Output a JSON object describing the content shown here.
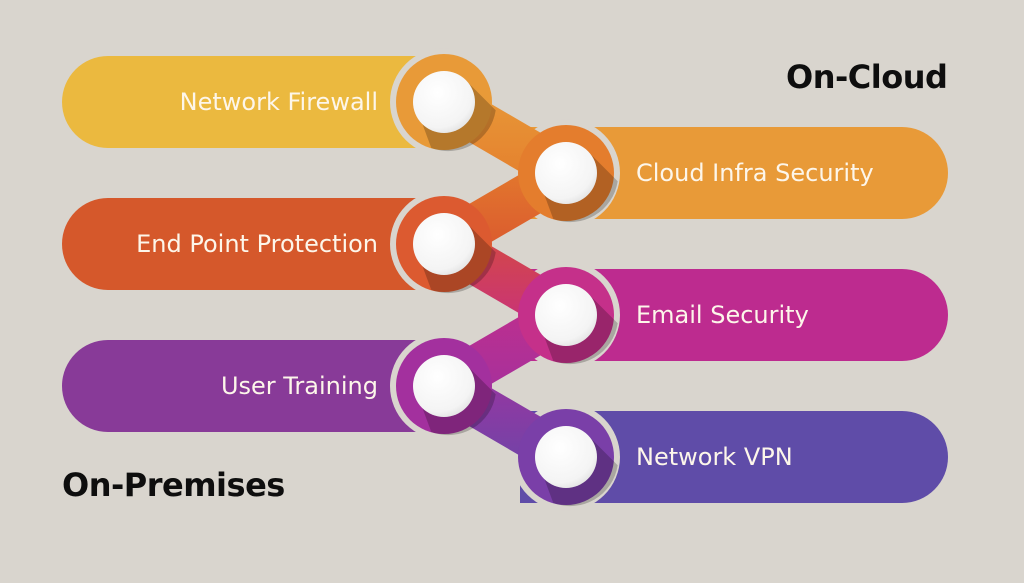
{
  "headings": {
    "cloud": "On-Cloud",
    "premises": "On-Premises"
  },
  "colors": {
    "background": "#d9d5ce",
    "node_fill": "#ffffff",
    "label_text": "#fdf6ea",
    "heading_text": "#0e0e0e"
  },
  "items": [
    {
      "label": "Network Firewall",
      "side": "left",
      "category": "On-Premises",
      "color": "#ebb93f",
      "ring": "#e89a38"
    },
    {
      "label": "Cloud Infra Security",
      "side": "right",
      "category": "On-Cloud",
      "color": "#e89a38",
      "ring": "#e47d2d"
    },
    {
      "label": "End Point Protection",
      "side": "left",
      "category": "On-Premises",
      "color": "#d5582b",
      "ring": "#dc5a30"
    },
    {
      "label": "Email Security",
      "side": "right",
      "category": "On-Cloud",
      "color": "#bd2b8f",
      "ring": "#c5308a"
    },
    {
      "label": "User Training",
      "side": "left",
      "category": "On-Premises",
      "color": "#883a98",
      "ring": "#a3309e"
    },
    {
      "label": "Network VPN",
      "side": "right",
      "category": "On-Cloud",
      "color": "#5f4ca8",
      "ring": "#7a3fa8"
    }
  ]
}
